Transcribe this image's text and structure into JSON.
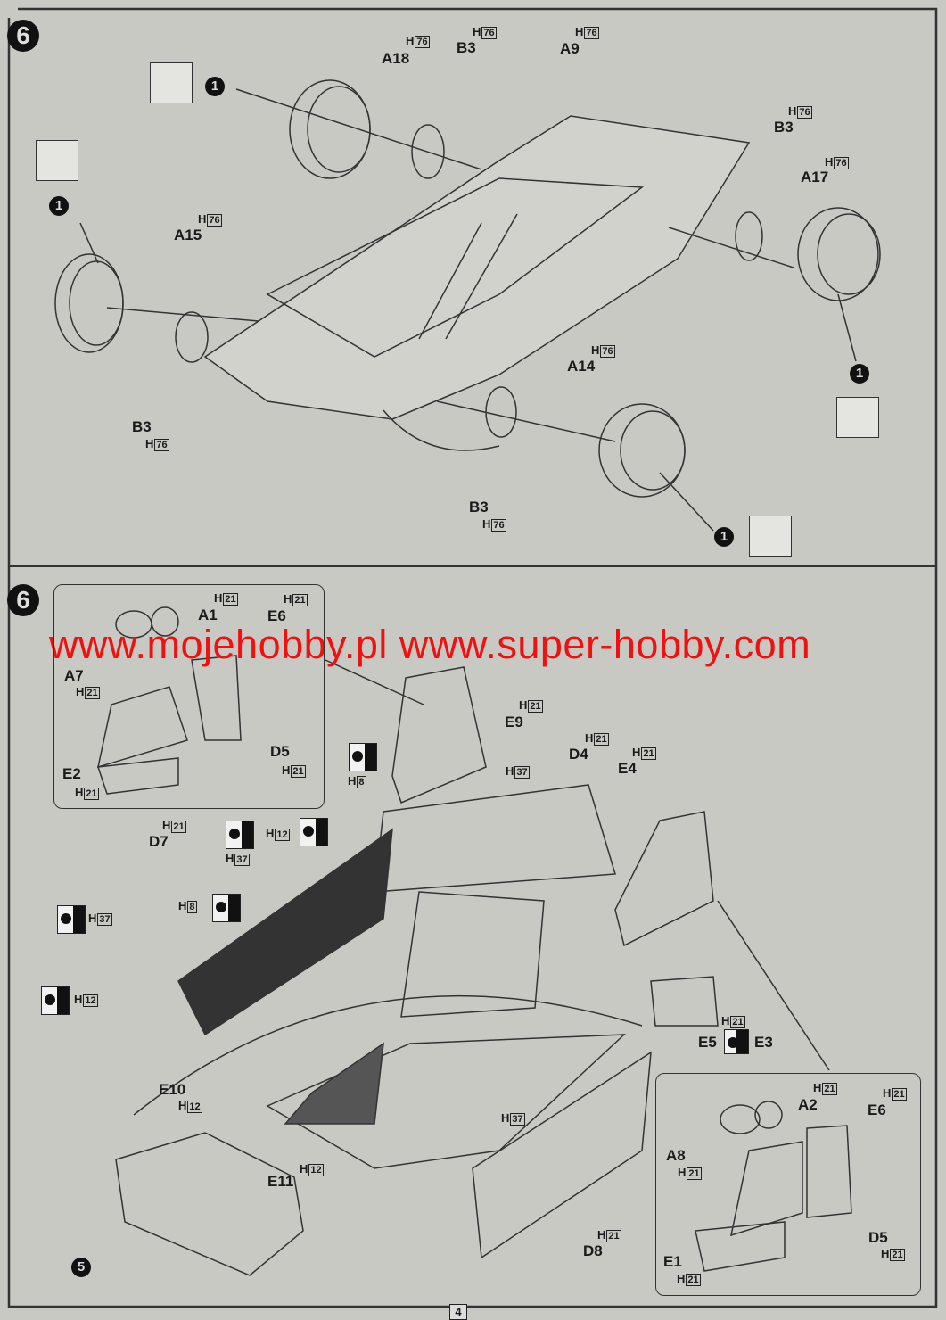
{
  "watermark": "www.mojehobby.pl www.super-hobby.com",
  "page_number": "4",
  "top": {
    "step": "6",
    "callouts": [
      "1",
      "1",
      "1",
      "1"
    ],
    "parts": [
      {
        "code": "A18",
        "color": "76"
      },
      {
        "code": "B3",
        "color": "76"
      },
      {
        "code": "A9",
        "color": "76"
      },
      {
        "code": "B3",
        "color": "76"
      },
      {
        "code": "A17",
        "color": "76"
      },
      {
        "code": "A15",
        "color": "76"
      },
      {
        "code": "A14",
        "color": "76"
      },
      {
        "code": "B3",
        "color": "76"
      },
      {
        "code": "B3",
        "color": "76"
      }
    ]
  },
  "bottom": {
    "step": "6",
    "callout": "5",
    "inset_front_left": [
      {
        "code": "A1",
        "color": "21"
      },
      {
        "code": "E6",
        "color": "21"
      },
      {
        "code": "A7",
        "color": "21"
      },
      {
        "code": "D5",
        "color": "21"
      },
      {
        "code": "E2",
        "color": "21"
      }
    ],
    "parts": [
      {
        "code": "E9",
        "color": "21"
      },
      {
        "code": "D4",
        "color": "21"
      },
      {
        "code": "E4",
        "color": "21"
      },
      {
        "code": "D7",
        "color": "21"
      },
      {
        "code": "E10",
        "color": "12"
      },
      {
        "code": "E11",
        "color": "12"
      },
      {
        "code": "D8",
        "color": "21"
      },
      {
        "code": "E5",
        "color": "21"
      },
      {
        "code": "E3",
        "color": ""
      }
    ],
    "color_only": [
      "37",
      "8",
      "37",
      "12",
      "37",
      "8",
      "12",
      "37"
    ],
    "inset_front_right": [
      {
        "code": "A2",
        "color": "21"
      },
      {
        "code": "E6",
        "color": "21"
      },
      {
        "code": "A8",
        "color": "21"
      },
      {
        "code": "D5",
        "color": "21"
      },
      {
        "code": "E1",
        "color": "21"
      }
    ]
  }
}
